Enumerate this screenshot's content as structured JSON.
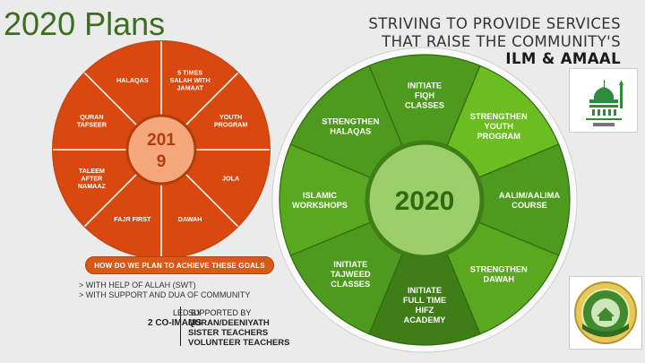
{
  "slide": {
    "title": "2020 Plans",
    "tagline_line1": "STRIVING TO PROVIDE SERVICES",
    "tagline_line2": "THAT RAISE THE COMMUNITY'S",
    "tagline_line3": "ILM & AMAAL"
  },
  "wheel_2019": {
    "center_line1": "201",
    "center_line2": "9",
    "segments": [
      "5 TIMES SALAH WITH JAMAAT",
      "YOUTH PROGRAM",
      "JOLA",
      "DAWAH",
      "FAJR FIRST",
      "TALEEM AFTER NAMAAZ",
      "QURAN TAFSEER",
      "HALAQAS"
    ],
    "colors": {
      "fill": "#d8480f",
      "border": "#ffffff",
      "center": "#f4a77a"
    }
  },
  "wheel_2020": {
    "center": "2020",
    "segments": [
      "INITIATE FIQH CLASSES",
      "STRENGTHEN YOUTH PROGRAM",
      "AALIM/AALIMA COURSE",
      "STRENGTHEN DAWAH",
      "INITIATE FULL TIME HIFZ ACADEMY",
      "INITIATE TAJWEED CLASSES",
      "ISLAMIC WORKSHOPS",
      "STRENGTHEN HALAQAS"
    ],
    "colors": {
      "fill": "#4e9a1e",
      "highlight": "#6cbd22",
      "center": "#9ccf6a"
    }
  },
  "plan": {
    "button_label": "HOW DO WE PLAN TO ACHIEVE THESE GOALS",
    "point1": "> WITH HELP OF ALLAH (SWT)",
    "point2": "> WITH SUPPORT AND DUA OF COMMUNITY"
  },
  "leadership": {
    "led_by_label": "LED BY",
    "led_by_value": "2 CO-IMAMS",
    "supported_by_label": "SUPPORTED BY",
    "supporters": [
      "QURAN/DEENIYATH",
      "SISTER TEACHERS",
      "VOLUNTEER TEACHERS"
    ]
  },
  "logos": [
    "mosque-logo-icon",
    "seal-logo-icon"
  ]
}
